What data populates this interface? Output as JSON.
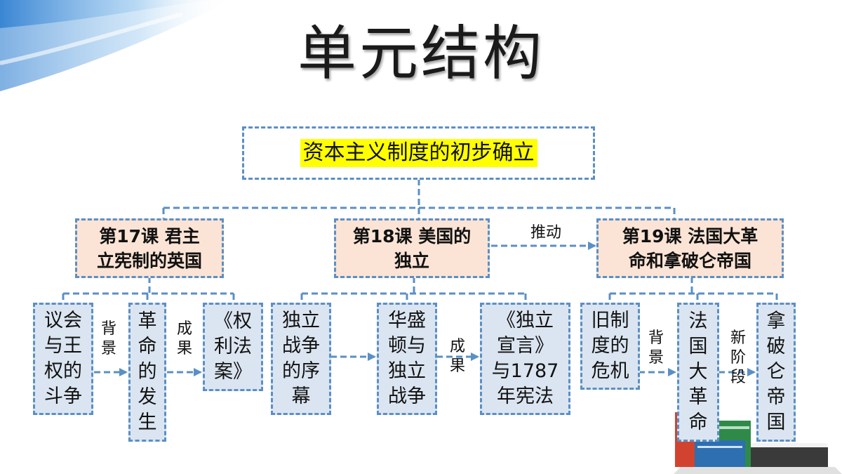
{
  "title": "单元结构",
  "root": "资本主义制度的初步确立",
  "lessons": [
    "第17课  君主\n立宪制的英国",
    "第18课  美国的\n独立",
    "第19课  法国大革\n命和拿破仑帝国"
  ],
  "lesson_link_label": "推动",
  "leaves": [
    "议会\n与王\n权的\n斗争",
    "革\n命\n的\n发\n生",
    "《权\n利法\n案》",
    "独立\n战争\n的序\n幕",
    "华盛\n顿与\n独立\n战争",
    "《独立\n宣言》\n与1787\n年宪法",
    "旧制\n度的\n危机",
    "法\n国\n大\n革\n命",
    "拿\n破\n仑\n帝\n国"
  ],
  "edge_labels": [
    "背\n景",
    "成\n果",
    "成\n果",
    "背\n景",
    "新\n阶\n段"
  ],
  "colors": {
    "dash_border": "#5b8fc5",
    "highlight": "#ffff00",
    "lesson_fill": "#fbe4d5",
    "leaf_fill": "#dbe5f1"
  }
}
